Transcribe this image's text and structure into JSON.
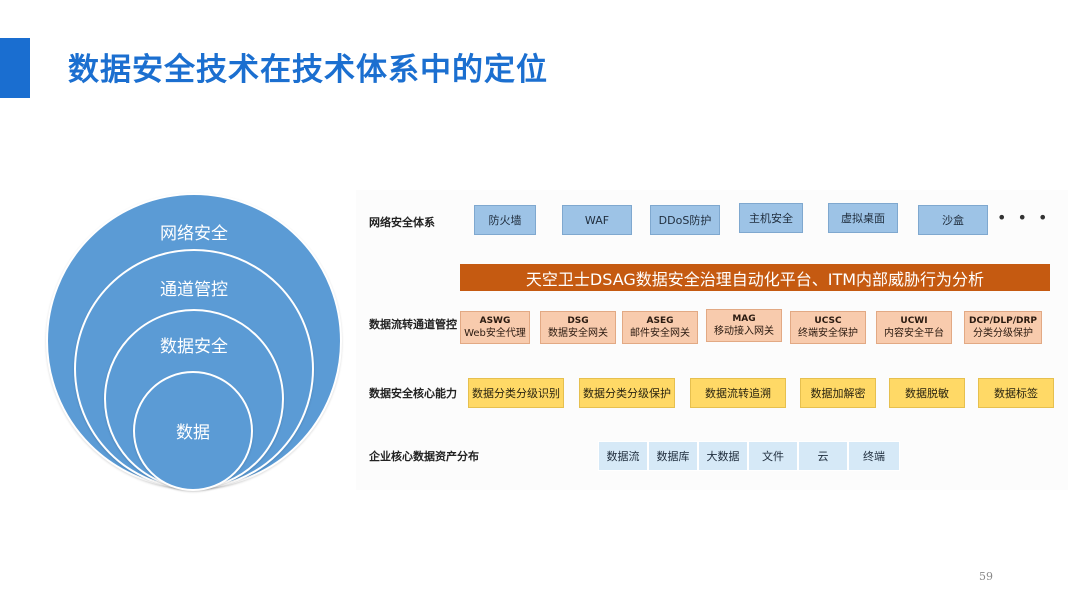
{
  "title": "数据安全技术在技术体系中的定位",
  "circles": [
    "网络安全",
    "通道管控",
    "数据安全",
    "数据"
  ],
  "rows": {
    "network": "网络安全体系",
    "channel": "数据流转通道管控",
    "capability": "数据安全核心能力",
    "assets": "企业核心数据资产分布"
  },
  "network_items": [
    "防火墙",
    "WAF",
    "DDoS防护",
    "主机安全",
    "虚拟桌面",
    "沙盒"
  ],
  "network_more": "• • •",
  "banner": "天空卫士DSAG数据安全治理自动化平台、ITM内部威胁行为分析",
  "channel_items": [
    {
      "code": "ASWG",
      "name": "Web安全代理"
    },
    {
      "code": "DSG",
      "name": "数据安全网关"
    },
    {
      "code": "ASEG",
      "name": "邮件安全网关"
    },
    {
      "code": "MAG",
      "name": "移动接入网关"
    },
    {
      "code": "UCSC",
      "name": "终端安全保护"
    },
    {
      "code": "UCWI",
      "name": "内容安全平台"
    },
    {
      "code": "DCP/DLP/DRP",
      "name": "分类分级保护"
    }
  ],
  "capability_items": [
    "数据分类分级识别",
    "数据分类分级保护",
    "数据流转追溯",
    "数据加解密",
    "数据脱敏",
    "数据标签"
  ],
  "asset_items": [
    "数据流",
    "数据库",
    "大数据",
    "文件",
    "云",
    "终端"
  ],
  "page_number": "59",
  "colors": {
    "title": "#1b6fd0",
    "circle_fill": "#5b9bd5",
    "network_box": "#9dc3e6",
    "banner": "#c55a11",
    "channel_box": "#f8cbad",
    "capability_box": "#ffd966",
    "asset_box": "#d6e9f7"
  }
}
